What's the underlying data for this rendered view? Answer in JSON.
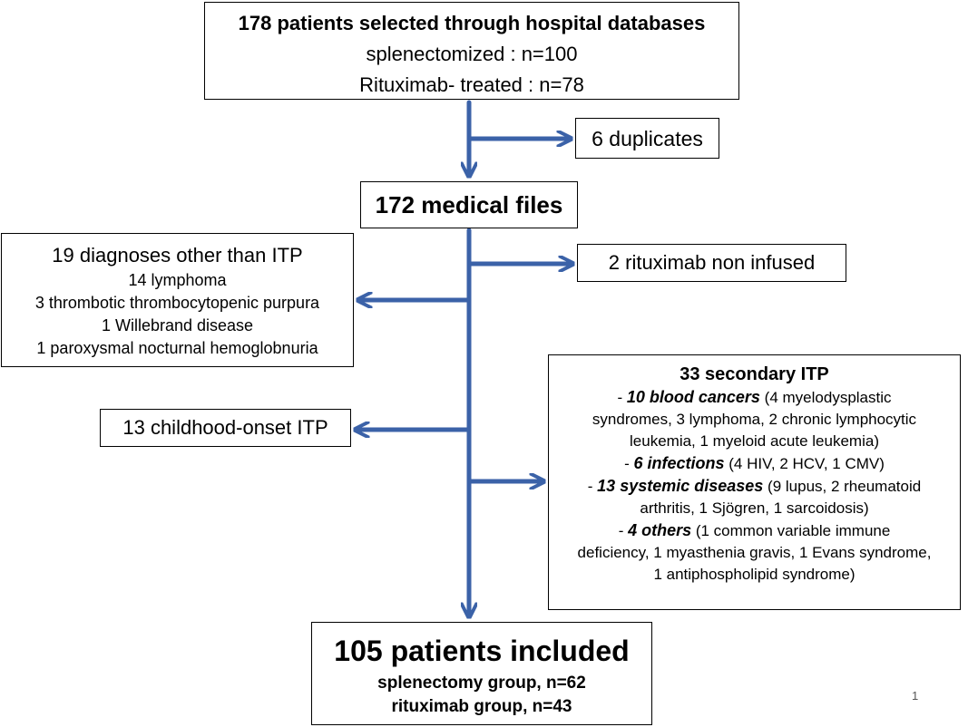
{
  "colors": {
    "arrow": "#3b62a8",
    "border": "#000000"
  },
  "top_box": {
    "title": "178 patients  selected through hospital databases",
    "line2": "splenectomized : n=100",
    "line3": "Rituximab- treated : n=78"
  },
  "duplicates_box": {
    "text": "6 duplicates"
  },
  "files_box": {
    "text": "172 medical files"
  },
  "diagnoses_box": {
    "title": "19 diagnoses other than ITP",
    "items": [
      "14 lymphoma",
      "3 thrombotic thrombocytopenic purpura",
      "1 Willebrand disease",
      "1 paroxysmal nocturnal hemoglobnuria"
    ]
  },
  "rituximab_box": {
    "text": "2 rituximab non infused"
  },
  "childhood_box": {
    "text": "13 childhood-onset ITP"
  },
  "secondary_box": {
    "title": "33 secondary ITP",
    "items": [
      {
        "dash": "- ",
        "bold": "10 blood cancers",
        "lines": [
          "(4 myelodysplastic",
          "syndromes, 3 lymphoma, 2 chronic lymphocytic",
          "leukemia, 1 myeloid acute leukemia)"
        ]
      },
      {
        "dash": "- ",
        "bold": "6 infections",
        "lines": [
          "(4 HIV, 2 HCV, 1 CMV)"
        ]
      },
      {
        "dash": "- ",
        "bold": "13 systemic diseases",
        "lines": [
          "(9 lupus, 2 rheumatoid",
          "arthritis, 1 Sjögren, 1 sarcoidosis)"
        ]
      },
      {
        "dash": "- ",
        "bold": "4 others",
        "lines": [
          "(1 common variable immune",
          "deficiency, 1 myasthenia gravis, 1 Evans syndrome,",
          "1 antiphospholipid syndrome)"
        ]
      }
    ]
  },
  "included_box": {
    "title": "105 patients included",
    "line2": "splenectomy group, n=62",
    "line3": "rituximab group, n=43"
  },
  "page_number": "1"
}
